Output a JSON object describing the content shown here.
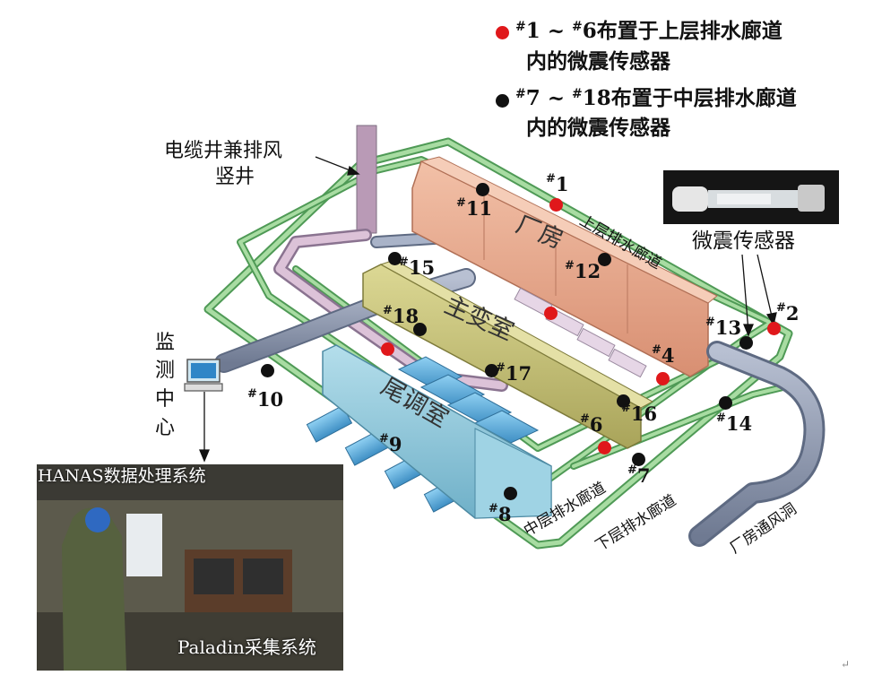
{
  "legend": {
    "red": {
      "line1": "1 ~ ",
      "line1b": "6布置于上层排水廊道",
      "line2": "内的微震传感器",
      "sup1": "#",
      "sup2": "#",
      "color": "#e0181b"
    },
    "black": {
      "line1": "7 ~ ",
      "line1b": "18布置于中层排水廊道",
      "line2": "内的微震传感器",
      "sup1": "#",
      "sup2": "#",
      "color": "#111111"
    }
  },
  "labels": {
    "shaft_line1": "电缆井兼排风",
    "shaft_line2": "竖井",
    "sensor": "微震传感器",
    "monitor_center": [
      "监",
      "测",
      "中",
      "心"
    ],
    "hanas": "HANAS数据处理系统",
    "paladin": "Paladin采集系统",
    "powerhouse": "厂房",
    "transformer": "主变室",
    "tailrace": "尾调室",
    "upper_gallery": "上层排水廊道",
    "middle_gallery": "中层排水廊道",
    "lower_gallery": "下层排水廊道",
    "vent_tunnel": "厂房通风洞",
    "corner_mark": "↵"
  },
  "sensors": [
    {
      "id": "1",
      "color": "red"
    },
    {
      "id": "2",
      "color": "red"
    },
    {
      "id": "4",
      "color": "red"
    },
    {
      "id": "6",
      "color": "red"
    },
    {
      "id": "7",
      "color": "black"
    },
    {
      "id": "8",
      "color": "black"
    },
    {
      "id": "9",
      "color": "black"
    },
    {
      "id": "10",
      "color": "black"
    },
    {
      "id": "11",
      "color": "black"
    },
    {
      "id": "12",
      "color": "black"
    },
    {
      "id": "13",
      "color": "black"
    },
    {
      "id": "14",
      "color": "black"
    },
    {
      "id": "15",
      "color": "black"
    },
    {
      "id": "16",
      "color": "black"
    },
    {
      "id": "17",
      "color": "black"
    },
    {
      "id": "18",
      "color": "black"
    }
  ],
  "unlabeled_red_dots": 2,
  "colors": {
    "gallery_green": "#8fce8a",
    "gallery_edge": "#4f9a56",
    "powerhouse": "#e9a586",
    "transformer": "#c6c279",
    "tailrace": "#8cc7dc",
    "pipe_gray": "#8d97ad",
    "shaft_pink": "#c9a7c6"
  },
  "hash": "#"
}
